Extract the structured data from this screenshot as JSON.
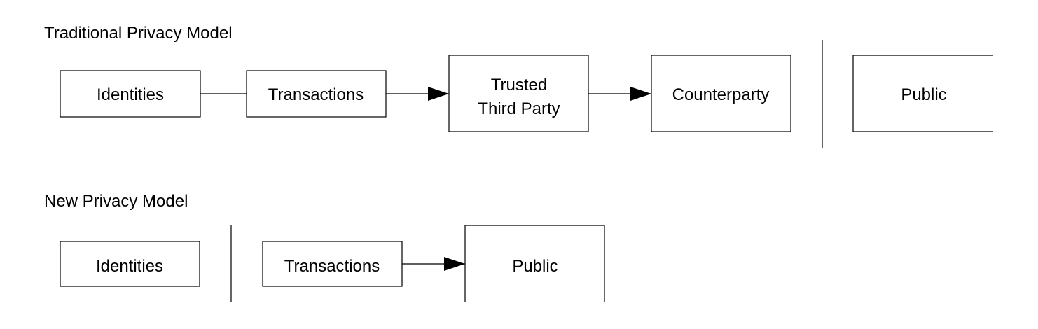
{
  "traditional": {
    "title": "Traditional Privacy Model",
    "identities": "Identities",
    "transactions": "Transactions",
    "trusted_line1": "Trusted",
    "trusted_line2": "Third Party",
    "counterparty": "Counterparty",
    "public": "Public"
  },
  "new_model": {
    "title": "New Privacy Model",
    "identities": "Identities",
    "transactions": "Transactions",
    "public": "Public"
  }
}
